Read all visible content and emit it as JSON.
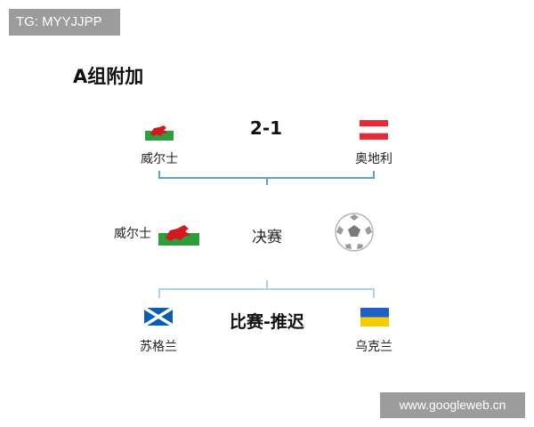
{
  "header_tag": "TG: MYYJJPP",
  "watermark": "www.googleweb.cn",
  "group_title": "A组附加",
  "semifinal_1": {
    "home_team": "威尔士",
    "away_team": "奥地利",
    "score": "2-1",
    "home_flag": "wales-flag-icon",
    "away_flag": "austria-flag-icon"
  },
  "final": {
    "qualified_team": "威尔士",
    "label": "决赛",
    "qualified_flag": "wales-flag-icon",
    "ball_icon": "soccer-ball-icon"
  },
  "semifinal_2": {
    "home_team": "苏格兰",
    "away_team": "乌克兰",
    "status": "比赛-推迟",
    "home_flag": "scotland-flag-icon",
    "away_flag": "ukraine-flag-icon"
  },
  "colors": {
    "bracket_top": "#5a9fd4",
    "bracket_bottom": "#a9d3ea",
    "wales_green": "#2e9e3c",
    "wales_red": "#d3181f",
    "austria_red": "#e52b3a",
    "scotland_blue": "#0a5eb0",
    "ukraine_blue": "#1f5fc7",
    "ukraine_yellow": "#f6cd00"
  }
}
